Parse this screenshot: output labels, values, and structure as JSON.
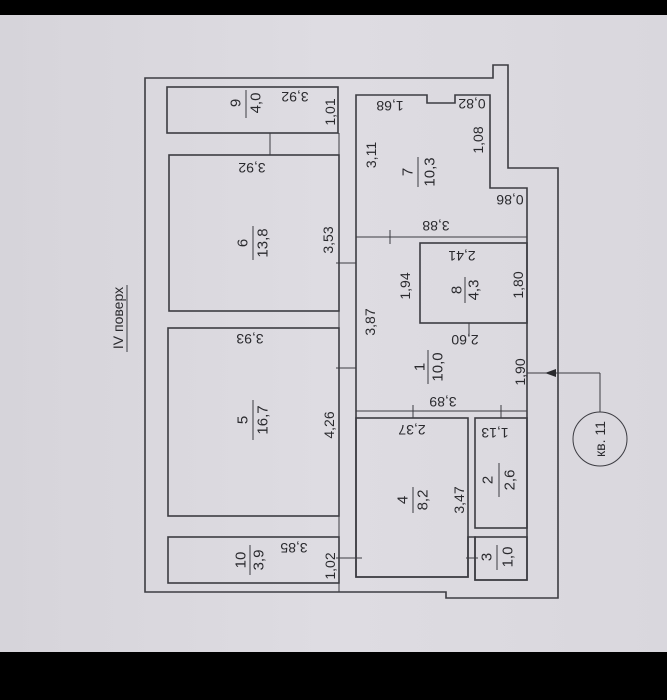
{
  "floor_label": "IV поверх",
  "apartment_label": "кв. 11",
  "rooms": [
    {
      "number": "1",
      "area": "10,0",
      "dims": [
        "3,87",
        "2,60",
        "1,90",
        "3,89"
      ]
    },
    {
      "number": "2",
      "area": "2,6",
      "dims": [
        "1,13"
      ]
    },
    {
      "number": "3",
      "area": "1,0",
      "dims": []
    },
    {
      "number": "4",
      "area": "8,2",
      "dims": [
        "2,37",
        "3,47"
      ]
    },
    {
      "number": "5",
      "area": "16,7",
      "dims": [
        "3,93",
        "4,26"
      ]
    },
    {
      "number": "6",
      "area": "13,8",
      "dims": [
        "3,92",
        "3,53"
      ]
    },
    {
      "number": "7",
      "area": "10,3",
      "dims": [
        "3,11",
        "1,68",
        "0,82",
        "1,08",
        "0,86",
        "3,88"
      ]
    },
    {
      "number": "8",
      "area": "4,3",
      "dims": [
        "2,41",
        "1,94",
        "1,80"
      ]
    },
    {
      "number": "9",
      "area": "4,0",
      "dims": [
        "3,92",
        "1,01"
      ]
    },
    {
      "number": "10",
      "area": "3,9",
      "dims": [
        "3,85",
        "1,02"
      ]
    }
  ]
}
